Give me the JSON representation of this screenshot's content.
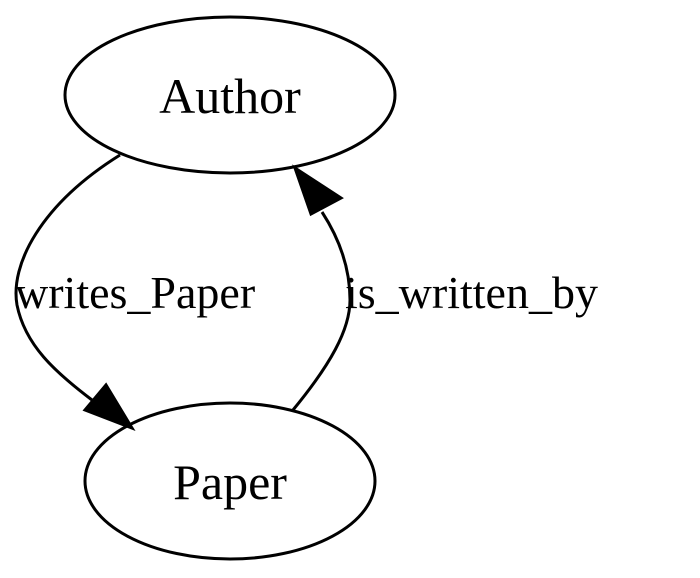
{
  "diagram": {
    "nodes": [
      {
        "id": "author",
        "label": "Author"
      },
      {
        "id": "paper",
        "label": "Paper"
      }
    ],
    "edges": [
      {
        "id": "writes",
        "from": "author",
        "to": "paper",
        "label": "writes_Paper"
      },
      {
        "id": "written-by",
        "from": "paper",
        "to": "author",
        "label": "is_written_by"
      }
    ]
  }
}
